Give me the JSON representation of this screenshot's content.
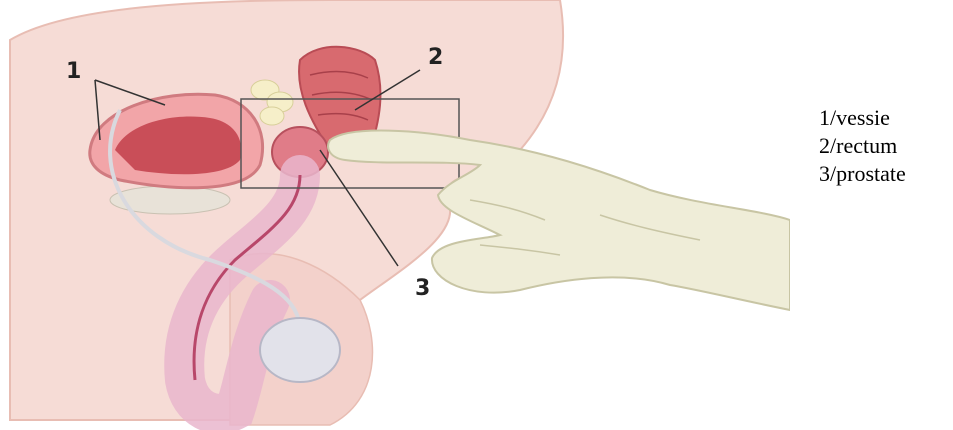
{
  "diagram": {
    "callouts": [
      "1",
      "2",
      "3"
    ],
    "legend": [
      "1/vessie",
      "2/rectum",
      "3/prostate"
    ],
    "colors": {
      "skin": "#f6dcd6",
      "skin_edge": "#e8bdb3",
      "organ_wall": "#f2a5a8",
      "organ_inner": "#c94e58",
      "rectum": "#d86a6f",
      "glove": "#efedd8",
      "glove_edge": "#c8c5a4",
      "bone": "#f6efc9",
      "tract": "#e9b6cc",
      "testis": "#e2e2ea",
      "lines": "#333333"
    }
  }
}
